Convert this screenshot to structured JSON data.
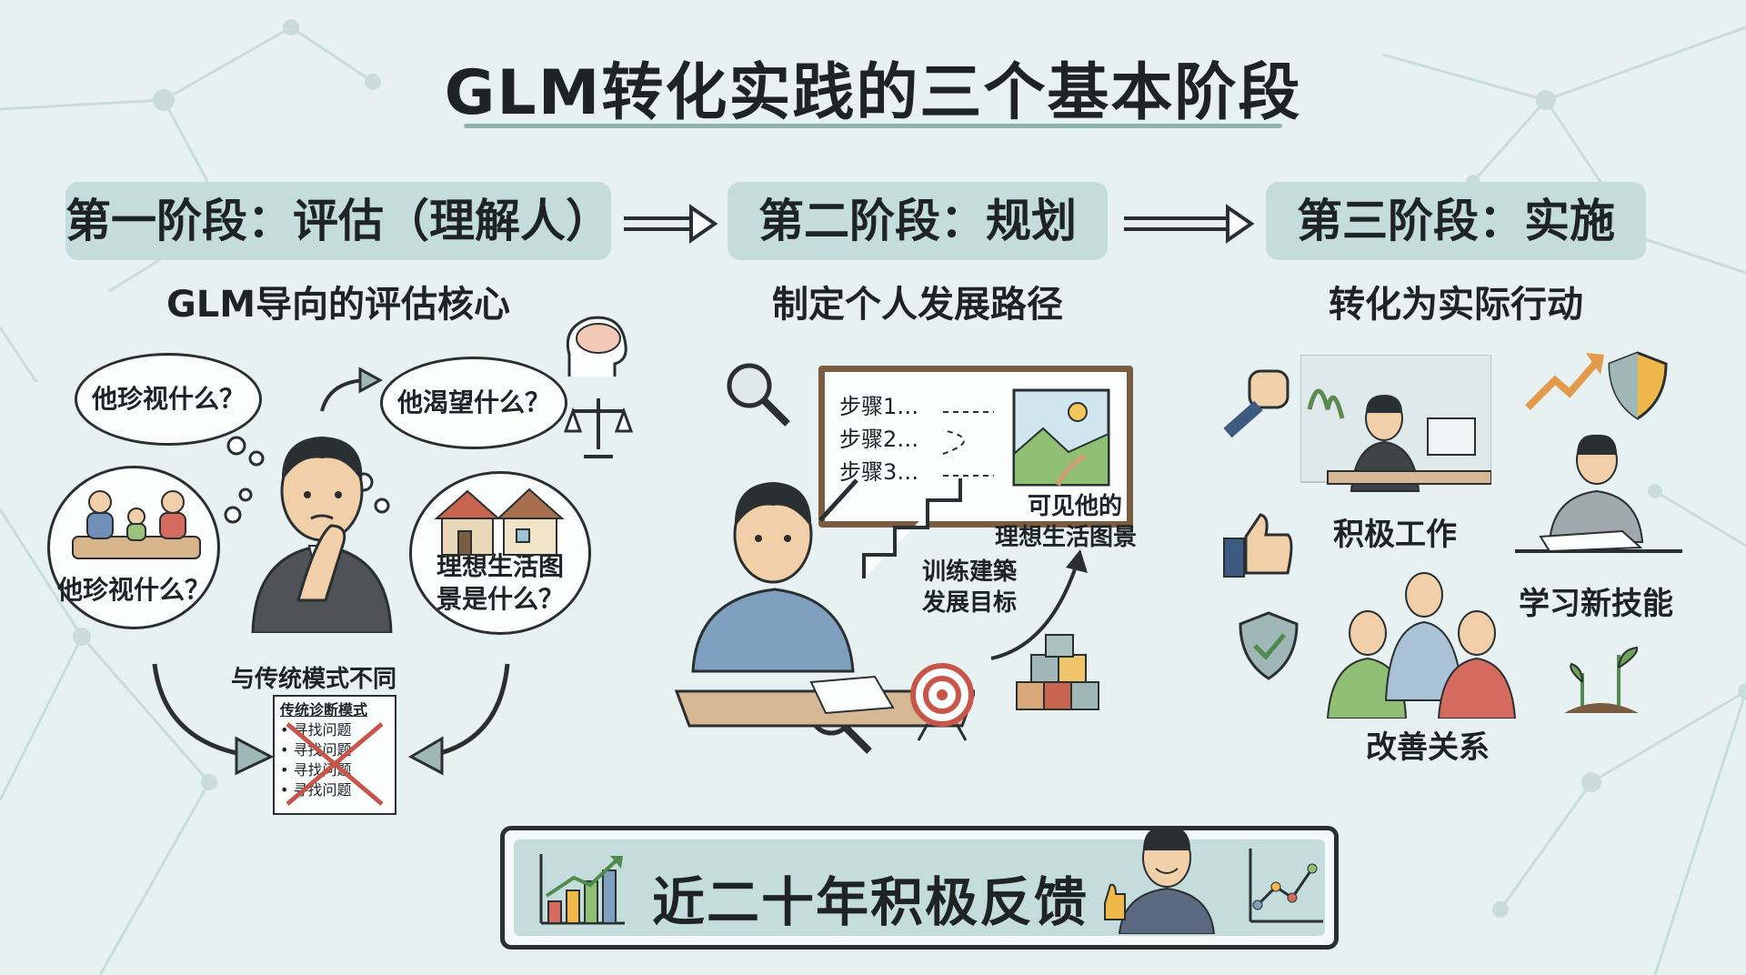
{
  "title": "GLM转化实践的三个基本阶段",
  "stages": [
    {
      "title": "第一阶段：评估（理解人）",
      "subtitle": "GLM导向的评估核心",
      "bubbles": [
        "他珍视什么？",
        "他渴望什么？",
        "他珍视什么？",
        "理想生活图景是什么？"
      ],
      "difference_label": "与传统模式不同",
      "traditional_note": {
        "heading": "传统诊断模式",
        "items": [
          "• 寻找问题",
          "• 寻找问题",
          "• 寻找问题",
          "• 寻找问题"
        ]
      }
    },
    {
      "title": "第二阶段：规划",
      "subtitle": "制定个人发展路径",
      "board_steps": [
        "步骤1…",
        "步骤2…",
        "步骤3…"
      ],
      "vision_label": [
        "可见他的",
        "理想生活图景"
      ],
      "goal_label": [
        "训练建築",
        "发展目标"
      ]
    },
    {
      "title": "第三阶段：实施",
      "subtitle": "转化为实际行动",
      "actions": [
        "积极工作",
        "学习新技能",
        "改善关系"
      ]
    }
  ],
  "footer": {
    "text": "近二十年积极反馈"
  },
  "colors": {
    "background": "#e8f1f1",
    "banner": "#c5dcdc",
    "text": "#1e2326",
    "accent_red": "#c8554a"
  }
}
